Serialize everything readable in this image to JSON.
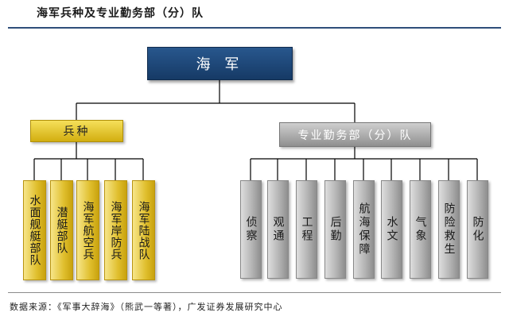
{
  "title": "海军兵种及专业勤务部（分）队",
  "root": {
    "label": "海 军"
  },
  "branches": {
    "combat": {
      "label": "兵种",
      "children": [
        "水面舰艇部队",
        "潜艇部队",
        "海军航空兵",
        "海军岸防兵",
        "海军陆战队"
      ]
    },
    "service": {
      "label": "专业勤务部（分）队",
      "children": [
        "侦察",
        "观通",
        "工程",
        "后勤",
        "航海保障",
        "水文",
        "气象",
        "防险救生",
        "防化"
      ]
    }
  },
  "source": "数据来源：《军事大辞海》（熊武一等著），广发证券发展研究中心",
  "colors": {
    "root": "#1f4a7c",
    "combat": "#e4c12a",
    "service": "#a8a8a8",
    "connector": "#000000",
    "title_rule": "#2f4e7a"
  }
}
